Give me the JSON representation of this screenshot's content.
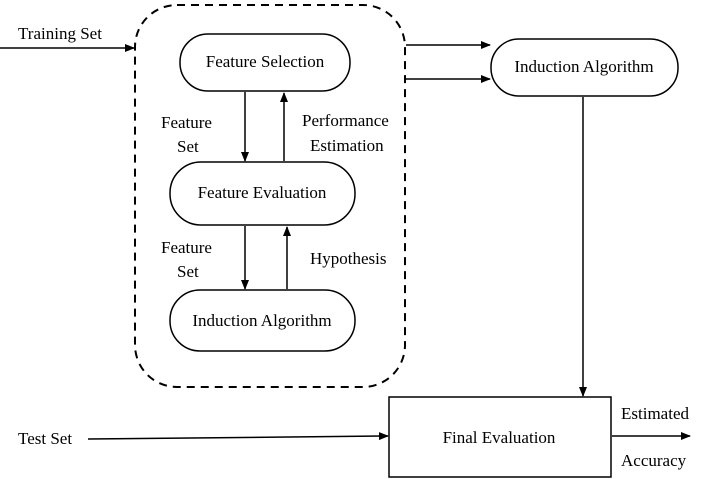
{
  "inputs": {
    "training_set": "Training Set",
    "test_set": "Test Set"
  },
  "wrapper": {
    "feature_selection": "Feature Selection",
    "feature_evaluation": "Feature Evaluation",
    "induction_algorithm": "Induction Algorithm",
    "edge_feature_set_1": [
      "Feature",
      "Set"
    ],
    "edge_performance": [
      "Performance",
      "Estimation"
    ],
    "edge_feature_set_2": [
      "Feature",
      "Set"
    ],
    "edge_hypothesis": "Hypothesis"
  },
  "outer": {
    "induction_algorithm": "Induction Algorithm",
    "final_evaluation": "Final Evaluation",
    "output": [
      "Estimated",
      "Accuracy"
    ]
  },
  "colors": {
    "stroke": "#000000",
    "background": "#ffffff"
  }
}
